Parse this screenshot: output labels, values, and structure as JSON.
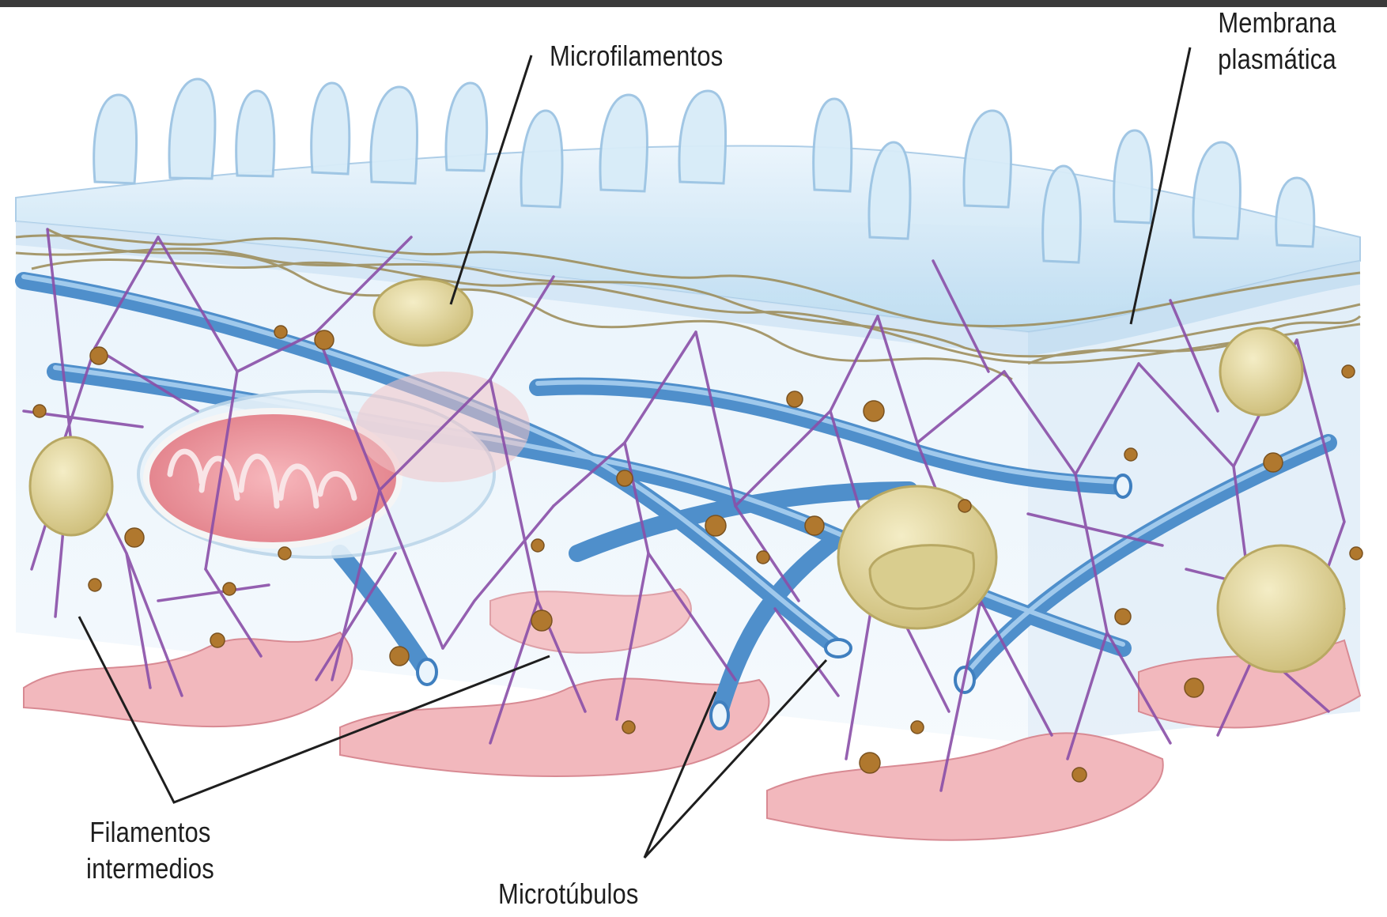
{
  "labels": {
    "microfilamentos": "Microfilamentos",
    "membrana_line1": "Membrana",
    "membrana_line2": "plasmática",
    "filamentos_line1": "Filamentos",
    "filamentos_line2": "intermedios",
    "microtubulos": "Microtúbulos"
  },
  "colors": {
    "membrane": "#cfe6f7",
    "microvilli": "#d8ecf8",
    "microtubule": "#5b9bd5",
    "intermediate_filament": "#8a4fa8",
    "microfilament": "#9b8a55",
    "mitochondrion": "#e98a92",
    "vesicle": "#e2d59a",
    "organelle_base": "#f2b8bd",
    "ribosome": "#b0782e"
  }
}
